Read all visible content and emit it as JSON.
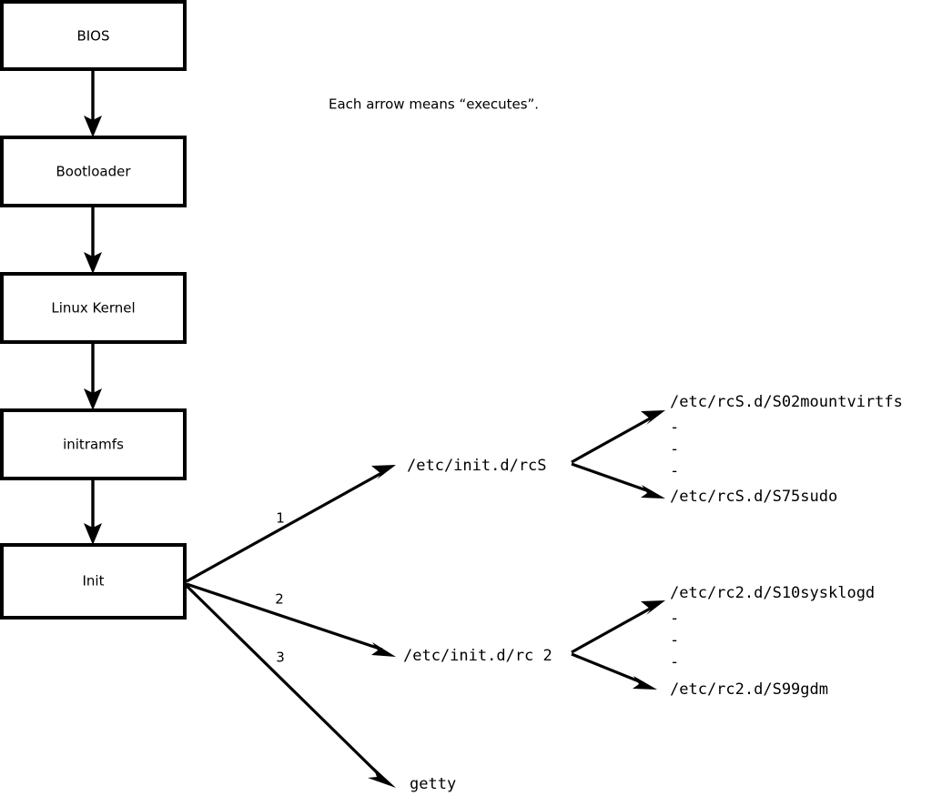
{
  "diagram": {
    "title_caption": "Each arrow means “executes”.",
    "boot_chain": [
      {
        "id": "bios",
        "label": "BIOS"
      },
      {
        "id": "bootloader",
        "label": "Bootloader"
      },
      {
        "id": "kernel",
        "label": "Linux Kernel"
      },
      {
        "id": "initramfs",
        "label": "initramfs"
      },
      {
        "id": "init",
        "label": "Init"
      }
    ],
    "init_branches": [
      {
        "number": "1",
        "target": "/etc/init.d/rcS"
      },
      {
        "number": "2",
        "target": "/etc/init.d/rc 2"
      },
      {
        "number": "3",
        "target": "getty"
      }
    ],
    "rcs_scripts": {
      "first": "/etc/rcS.d/S02mountvirtfs",
      "last": "/etc/rcS.d/S75sudo",
      "ellipsis": [
        "-",
        "-",
        "-"
      ]
    },
    "rc2_scripts": {
      "first": "/etc/rc2.d/S10sysklogd",
      "last": "/etc/rc2.d/S99gdm",
      "ellipsis": [
        "-",
        "-",
        "-"
      ]
    },
    "colors": {
      "stroke": "#000000",
      "background": "#ffffff",
      "box_fill": "#ffffff"
    }
  }
}
